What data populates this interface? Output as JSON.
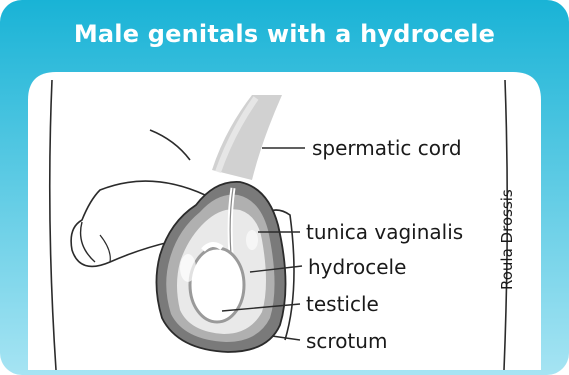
{
  "title": "Male genitals with a hydrocele",
  "labels": {
    "spermatic_cord": "spermatic cord",
    "tunica_vaginalis": "tunica vaginalis",
    "hydrocele": "hydrocele",
    "testicle": "testicle",
    "scrotum": "scrotum"
  },
  "credit": "Roula Drossis",
  "colors": {
    "header_top": "#19b3d6",
    "header_bottom": "#9ee3f2",
    "panel": "#ffffff",
    "outline": "#2b2b2b",
    "sac_dark": "#6e6e6e",
    "sac_mid": "#a8a8a8",
    "fluid_light": "#e6e6e6"
  }
}
